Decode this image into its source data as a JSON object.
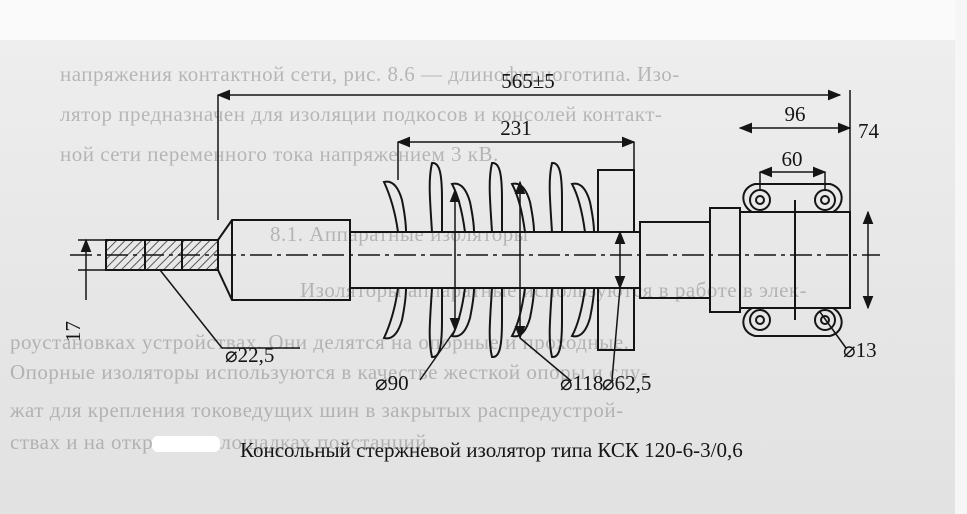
{
  "diagram": {
    "dimensions": {
      "overall_length": "565±5",
      "shed_section_length": "231",
      "end_fitting_length": "96",
      "end_fitting_height": "74",
      "hole_spacing": "60",
      "rod_end_height": "17",
      "rod_diameter": "⌀22,5",
      "shed_small_diameter": "⌀90",
      "shed_large_diameter": "⌀118",
      "core_diameter": "⌀62,5",
      "hole_diameter": "⌀13"
    },
    "caption": "Консольный стержневой изолятор типа КСК 120-6-3/0,6"
  },
  "background_text": {
    "line_1": "напряжения контактной сети, рис. 8.6 — длинофурноготипа. Изо-",
    "line_2": "лятор предназначен для изоляции подкосов и консолей контакт-",
    "line_3": "ной сети переменного тока напряжением 3 кВ.",
    "line_4": "8.1. Аппаратные изоляторы",
    "line_5": "Изоляторы аппаратные используются в работе в элек-",
    "line_6": "роустановках устройствах. Они делятся на опорные и проходные.",
    "line_7": "Опорные изоляторы используются в качестве жесткой опоры и слу-",
    "line_8": "жат для крепления токоведущих шин в закрытых распредустрой-",
    "line_9": "ствах и на открытых площадках подстанций."
  },
  "colors": {
    "ink": "#151515",
    "paper": "#e9e9e9",
    "hatch": "#555555"
  }
}
